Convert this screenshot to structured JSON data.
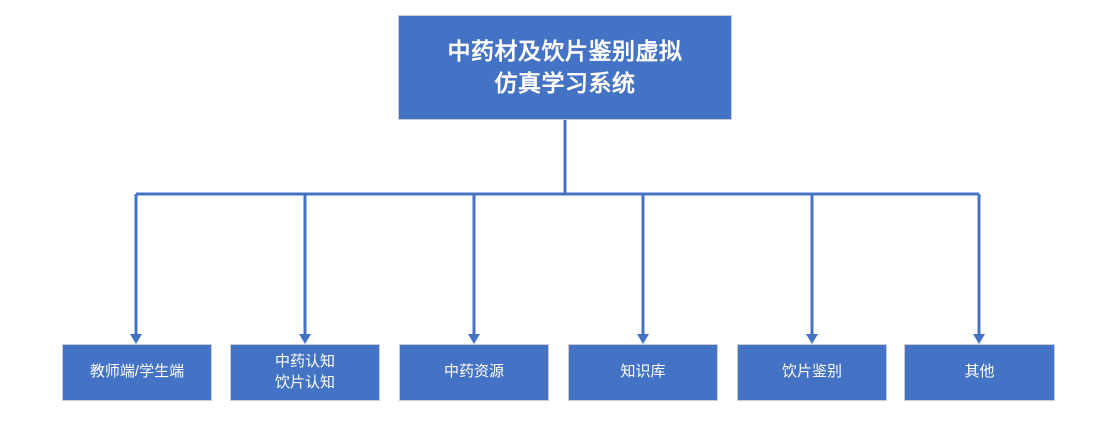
{
  "diagram": {
    "type": "organization-chart",
    "orientation": "top-down",
    "colors": {
      "node_fill": "#4472C4",
      "node_border": "#c8cdd4",
      "node_text": "#ffffff",
      "connector": "#4472C4",
      "background": "#ffffff"
    },
    "root": {
      "label": "中药材及饮片鉴别虚拟\n仿真学习系统",
      "line1": "中药材及饮片鉴别虚拟",
      "line2": "仿真学习系统"
    },
    "children": [
      {
        "label": "教师端/学生端"
      },
      {
        "label": "中药认知\n饮片认知"
      },
      {
        "label": "中药资源"
      },
      {
        "label": "知识库"
      },
      {
        "label": "饮片鉴别"
      },
      {
        "label": "其他"
      }
    ]
  }
}
